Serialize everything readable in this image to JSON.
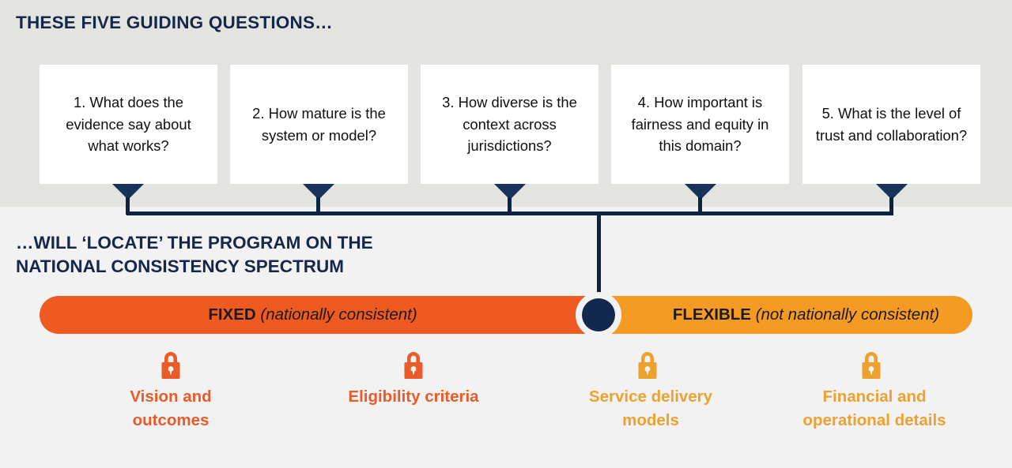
{
  "slide": {
    "top_title": "THESE FIVE GUIDING QUESTIONS…",
    "bottom_title_line1": "…WILL ‘LOCATE’ THE PROGRAM ON THE",
    "bottom_title_line2": "NATIONAL CONSISTENCY SPECTRUM"
  },
  "colors": {
    "navy": "#17274a",
    "navy_dark": "#0d2440",
    "fixed_orange": "#ef5a21",
    "flexible_amber": "#f59a23",
    "panel_top_bg": "#e3e3df",
    "panel_bottom_bg": "#f2f2f2",
    "card_bg": "#ffffff"
  },
  "questions": [
    {
      "id": "q1",
      "text": "1. What does the evidence say about what works?"
    },
    {
      "id": "q2",
      "text": "2. How mature is the system or model?"
    },
    {
      "id": "q3",
      "text": "3. How diverse is the context across jurisdictions?"
    },
    {
      "id": "q4",
      "text": "4. How important is fairness and equity in this domain?"
    },
    {
      "id": "q5",
      "text": "5. What is the level of trust and collaboration?"
    }
  ],
  "spectrum": {
    "fixed": {
      "label": "FIXED",
      "qualifier": "(nationally consistent)",
      "color": "#ef5a21"
    },
    "flexible": {
      "label": "FLEXIBLE",
      "qualifier": "(not nationally consistent)",
      "color": "#f59a23"
    },
    "marker_color": "#11294e"
  },
  "locks": [
    {
      "label": "Vision and outcomes",
      "state": "locked",
      "icon": "lock-closed-icon",
      "color": "#ea5b2a"
    },
    {
      "label": "Eligibility criteria",
      "state": "locked",
      "icon": "lock-closed-icon",
      "color": "#ea5b2a"
    },
    {
      "label": "Service delivery models",
      "state": "unlocked",
      "icon": "lock-open-icon",
      "color": "#eda22f"
    },
    {
      "label": "Financial and operational details",
      "state": "unlocked",
      "icon": "lock-open-icon",
      "color": "#eda22f"
    }
  ]
}
